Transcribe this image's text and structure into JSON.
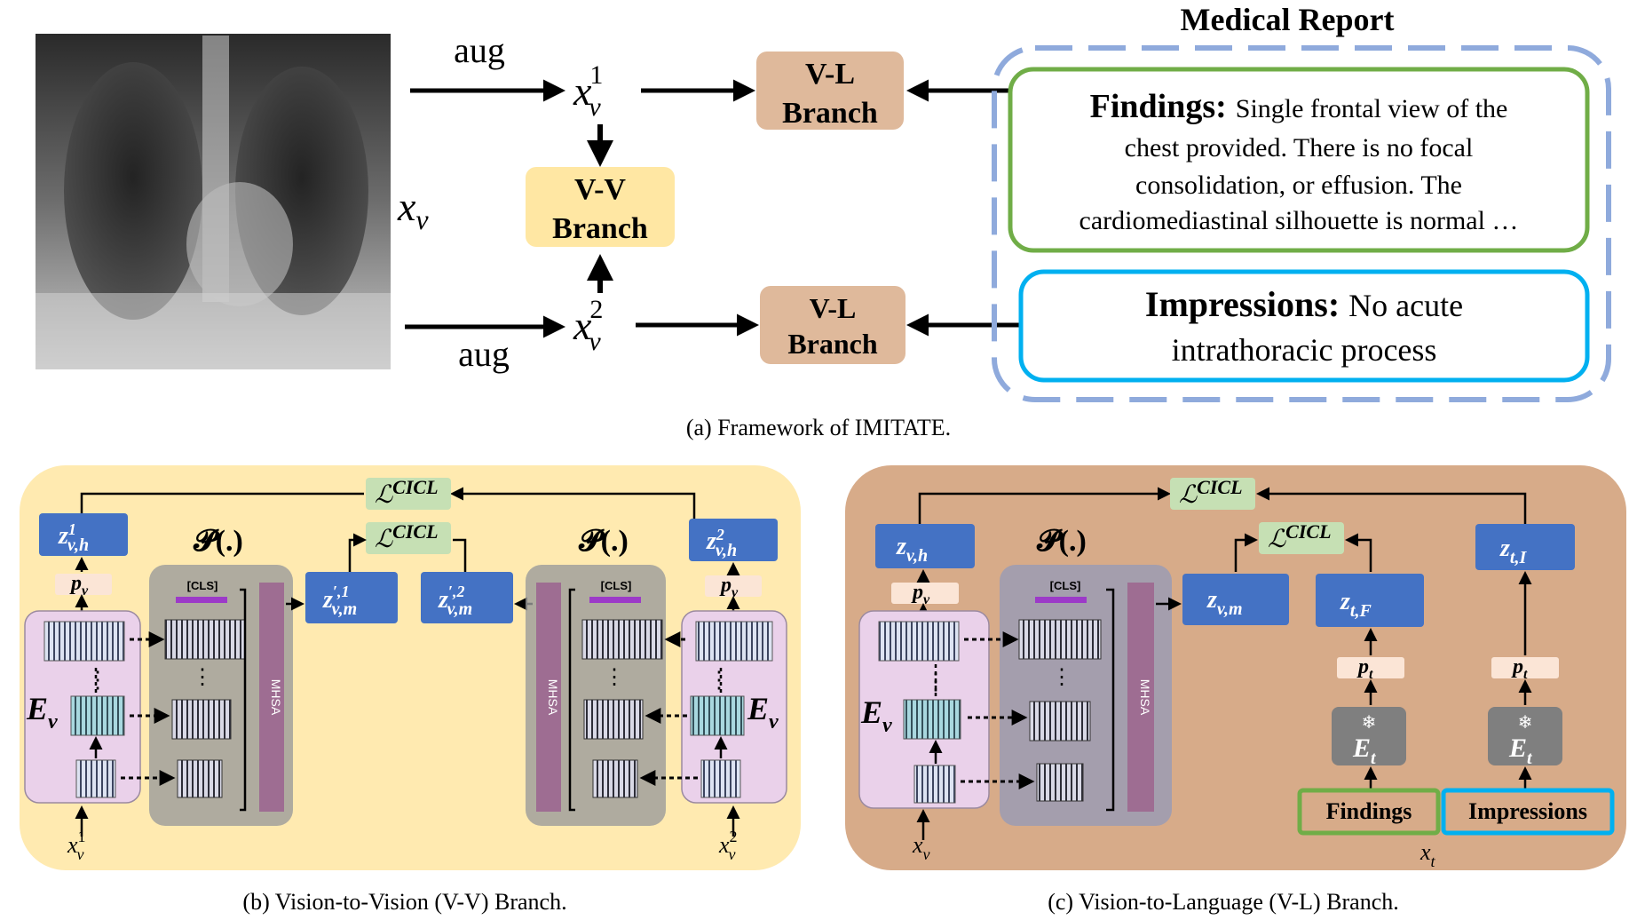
{
  "top": {
    "report_title": "Medical Report",
    "aug_top": "aug",
    "aug_bottom": "aug",
    "xv": "x",
    "xv_sub": "v",
    "x1": "x",
    "x1_sub": "v",
    "x1_sup": "1",
    "x2": "x",
    "x2_sub": "v",
    "x2_sup": "2",
    "vl_line1": "V-L",
    "vl_line2": "Branch",
    "vv_line1": "V-V",
    "vv_line2": "Branch",
    "findings_label": "Findings:",
    "findings_line1": "Single frontal view of the",
    "findings_line2": "chest provided. There is no focal",
    "findings_line3": "consolidation, or effusion. The",
    "findings_line4": "cardiomediastinal silhouette is normal …",
    "impressions_label": "Impressions:",
    "impressions_line1": "No acute",
    "impressions_line2": "intrathoracic process",
    "caption": "(a) Framework of IMITATE."
  },
  "panel_b": {
    "caption": "(b) Vision-to-Vision (V-V) Branch.",
    "loss": "CICL",
    "proj": "𝓟(.)",
    "cls": "[CLS]",
    "mhsa": "MHSA",
    "encoder": "E",
    "encoder_sub": "v",
    "pv": "p",
    "pv_sub": "v",
    "z": "z",
    "zh1_sub": "v,h",
    "zh1_sup": "1",
    "zh2_sub": "v,h",
    "zh2_sup": "2",
    "zm1_sub": "v,m",
    "zm1_sup": "′,1",
    "zm2_sub": "v,m",
    "zm2_sup": "′,2",
    "x": "x",
    "x_sub": "v",
    "x1_sup": "1",
    "x2_sup": "2"
  },
  "panel_c": {
    "caption": "(c) Vision-to-Language (V-L) Branch.",
    "loss": "CICL",
    "proj": "𝓟(.)",
    "cls": "[CLS]",
    "mhsa": "MHSA",
    "encoder_v": "E",
    "encoder_v_sub": "v",
    "encoder_t": "E",
    "encoder_t_sub": "t",
    "pv": "p",
    "pv_sub": "v",
    "pt": "p",
    "pt_sub": "t",
    "z": "z",
    "zvh_sub": "v,h",
    "zvm_sub": "v,m",
    "ztf_sub": "t,F",
    "zti_sub": "t,I",
    "findings": "Findings",
    "impressions": "Impressions",
    "xv": "x",
    "xv_sub": "v",
    "xt": "x",
    "xt_sub": "t"
  },
  "colors": {
    "vl_box": "#dfb99b",
    "vv_box": "#ffe7a3",
    "panel_b_bg": "#ffeab0",
    "panel_c_bg": "#d7ab89",
    "blue_box": "#4472c4",
    "green": "#70ad47",
    "cyan": "#00b0f0",
    "dash_blue": "#8faadc",
    "loss_box": "#c6e0b4",
    "p_box": "#fbe5d6",
    "encoder_bg": "#ead1ea",
    "proj_bg": "#9b9b9b",
    "mhsa": "#9e6d92",
    "cls_bar": "#9c3ac8",
    "frozen": "#7f7f7f"
  }
}
